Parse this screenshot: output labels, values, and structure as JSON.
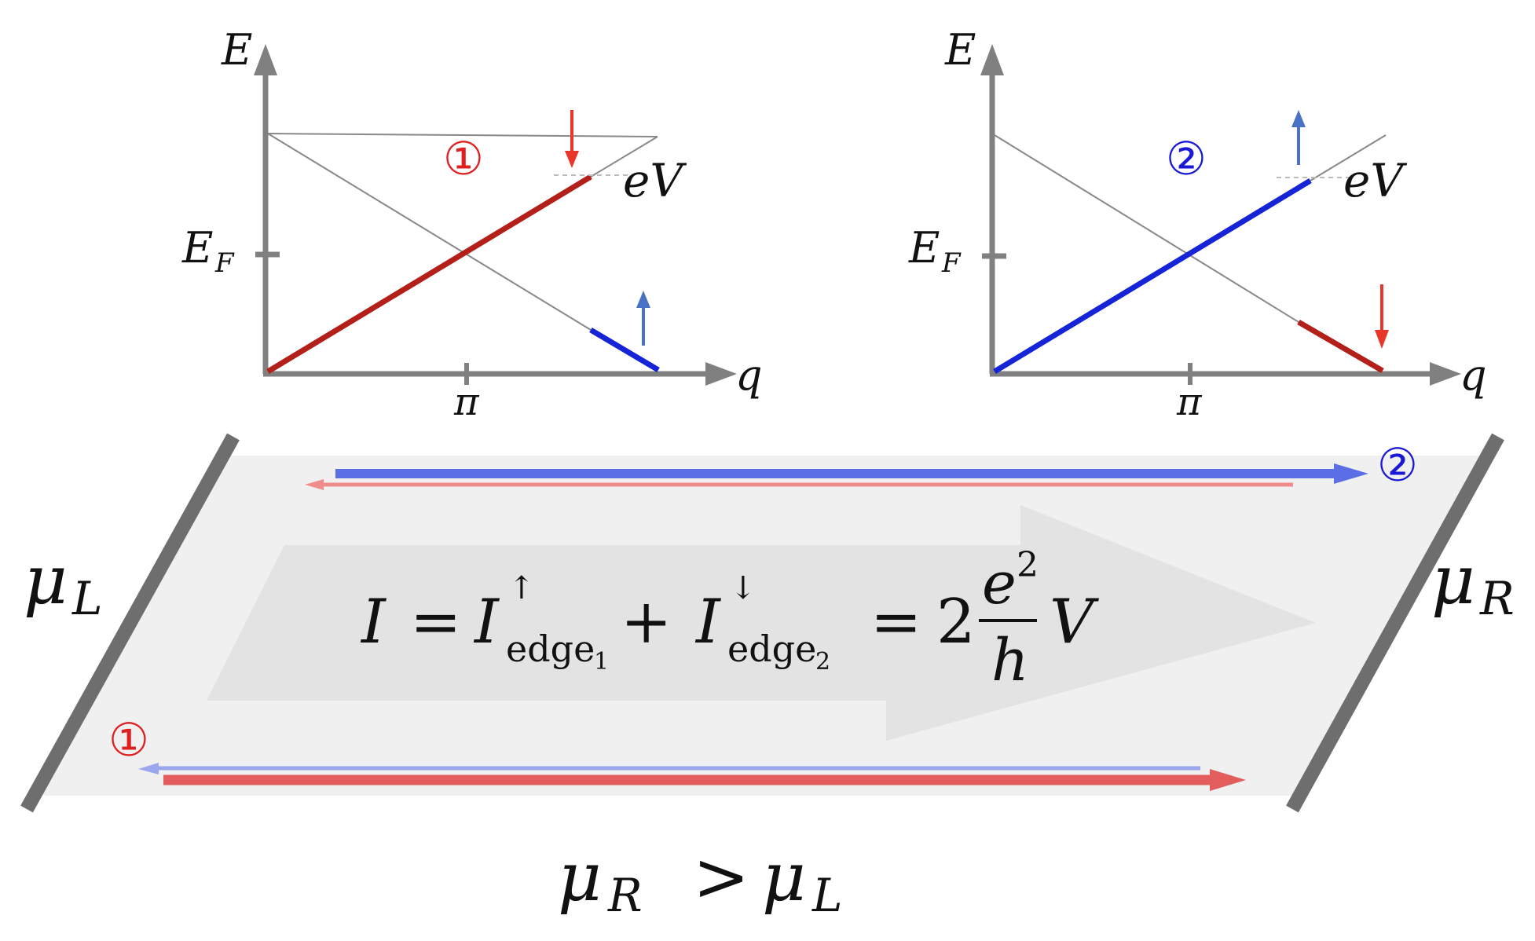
{
  "colors": {
    "axis": "#808080",
    "red_band": "#b3201a",
    "blue_band": "#1424d6",
    "spin_red": "#e8372a",
    "spin_blue": "#4a72c4",
    "thin_line": "#888888",
    "sample": "#f0f0f0",
    "current_arrow": "#e2e2e2",
    "contact": "#6e6e6e",
    "edge_blue": "#5b6ee6",
    "edge_red": "#e35d5d",
    "edge_blue_light": "#9aa6ee",
    "edge_red_light": "#ef8c8c",
    "marker_red": "#e02020",
    "marker_blue": "#1a1ad6"
  },
  "left_plot": {
    "y_axis_label": "E",
    "x_axis_label": "q",
    "fermi_label": "E",
    "fermi_sub": "F",
    "pi_tick_label": "π",
    "bias_label": "eV",
    "marker": "①"
  },
  "right_plot": {
    "y_axis_label": "E",
    "x_axis_label": "q",
    "fermi_label": "E",
    "fermi_sub": "F",
    "pi_tick_label": "π",
    "bias_label": "eV",
    "marker": "②"
  },
  "sample": {
    "mu_left": "μ",
    "mu_left_sub": "L",
    "mu_right": "μ",
    "mu_right_sub": "R",
    "top_edge_marker": "②",
    "bottom_edge_marker": "①"
  },
  "formula": {
    "I": "I",
    "eq1": "=",
    "I1": "I",
    "I1_sup": "↑",
    "I1_sub": "edge",
    "I1_subsub": "1",
    "plus": "+",
    "I2": "I",
    "I2_sup": "↓",
    "I2_sub": "edge",
    "I2_subsub": "2",
    "eq2": "=",
    "coef": "2",
    "num": "e",
    "num_sup": "2",
    "den": "h",
    "V": "V"
  },
  "condition": {
    "mu_R": "μ",
    "sub_R": "R",
    "gt": ">",
    "mu_L": "μ",
    "sub_L": "L"
  }
}
